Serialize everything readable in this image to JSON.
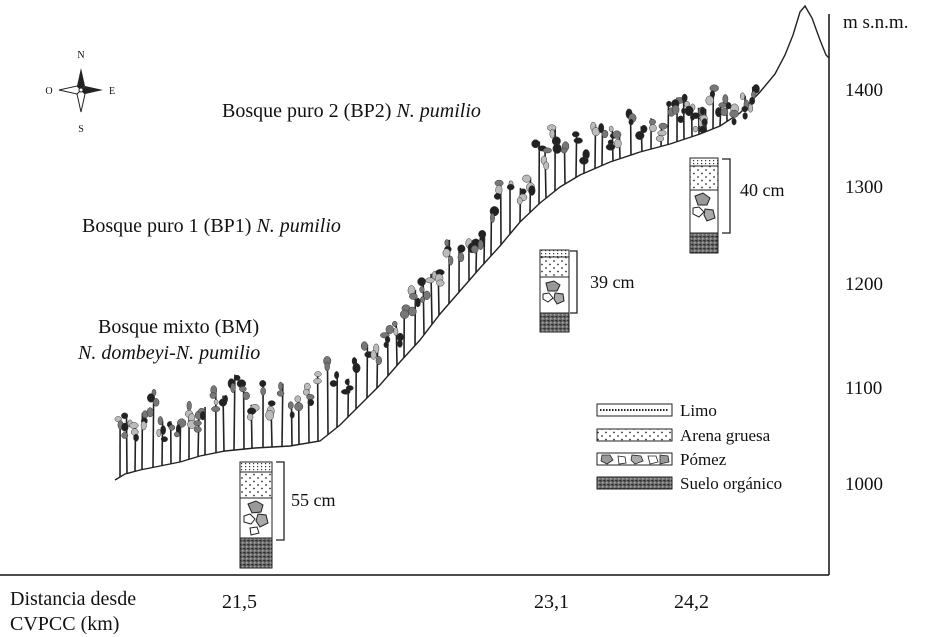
{
  "compass": {
    "north": "N",
    "south": "S",
    "east": "E",
    "west": "O"
  },
  "axis": {
    "unit_label": "m s.n.m.",
    "elevation_ticks": [
      "1400",
      "1300",
      "1200",
      "1100",
      "1000"
    ],
    "x_title_line1": "Distancia desde",
    "x_title_line2": "CVPCC (km)",
    "distance_ticks": [
      "21,5",
      "23,1",
      "24,2"
    ]
  },
  "zones": [
    {
      "prefix": "Bosque puro 2 (BP2) ",
      "species": "N. pumilio"
    },
    {
      "prefix": "Bosque puro 1 (BP1) ",
      "species": "N. pumilio"
    },
    {
      "prefix": "Bosque mixto (BM)",
      "species": "N. dombeyi-N. pumilio"
    }
  ],
  "profiles": [
    {
      "depth": "55 cm",
      "distance": "21,5"
    },
    {
      "depth": "39 cm",
      "distance": "23,1"
    },
    {
      "depth": "40 cm",
      "distance": "24,2"
    }
  ],
  "legend": [
    {
      "label": "Limo",
      "pattern": "limo"
    },
    {
      "label": "Arena gruesa",
      "pattern": "arena"
    },
    {
      "label": "Pómez",
      "pattern": "pomez"
    },
    {
      "label": "Suelo orgánico",
      "pattern": "suelo"
    }
  ]
}
